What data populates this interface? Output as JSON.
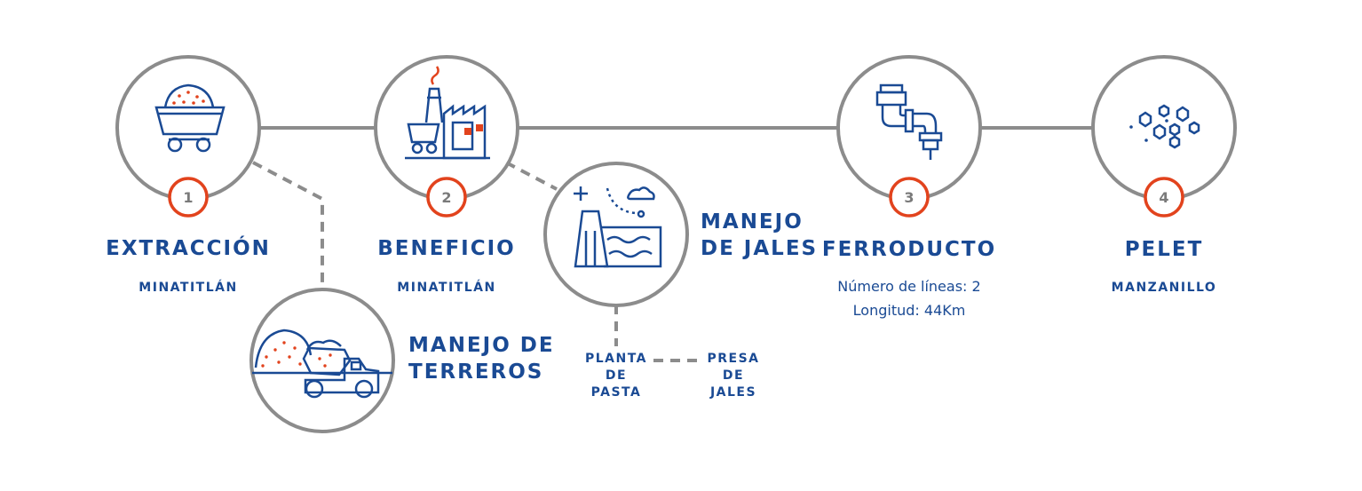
{
  "colors": {
    "line": "#8c8c8c",
    "circle": "#8c8c8c",
    "blue": "#1a4a94",
    "orange": "#e2431d",
    "badge_text": "#7a7a7a"
  },
  "steps": [
    {
      "number": "1",
      "title": "EXTRACCIÓN",
      "subtitle": "MINATITLÁN",
      "icon": "mine-cart-icon"
    },
    {
      "number": "2",
      "title": "BENEFICIO",
      "subtitle": "MINATITLÁN",
      "icon": "factory-icon"
    },
    {
      "number": "3",
      "title": "FERRODUCTO",
      "details": [
        "Número de líneas: 2",
        "Longitud: 44Km"
      ],
      "icon": "pipe-icon"
    },
    {
      "number": "4",
      "title": "PELET",
      "subtitle": "MANZANILLO",
      "icon": "pellets-icon"
    }
  ],
  "branches": {
    "terreros": {
      "title_lines": [
        "MANEJO DE",
        "TERREROS"
      ],
      "icon": "dump-truck-icon"
    },
    "jales": {
      "title_lines": [
        "MANEJO",
        "DE JALES"
      ],
      "icon": "tailings-dam-icon"
    },
    "planta": {
      "lines": [
        "PLANTA",
        "DE",
        "PASTA"
      ]
    },
    "presa": {
      "lines": [
        "PRESA",
        "DE",
        "JALES"
      ]
    }
  }
}
